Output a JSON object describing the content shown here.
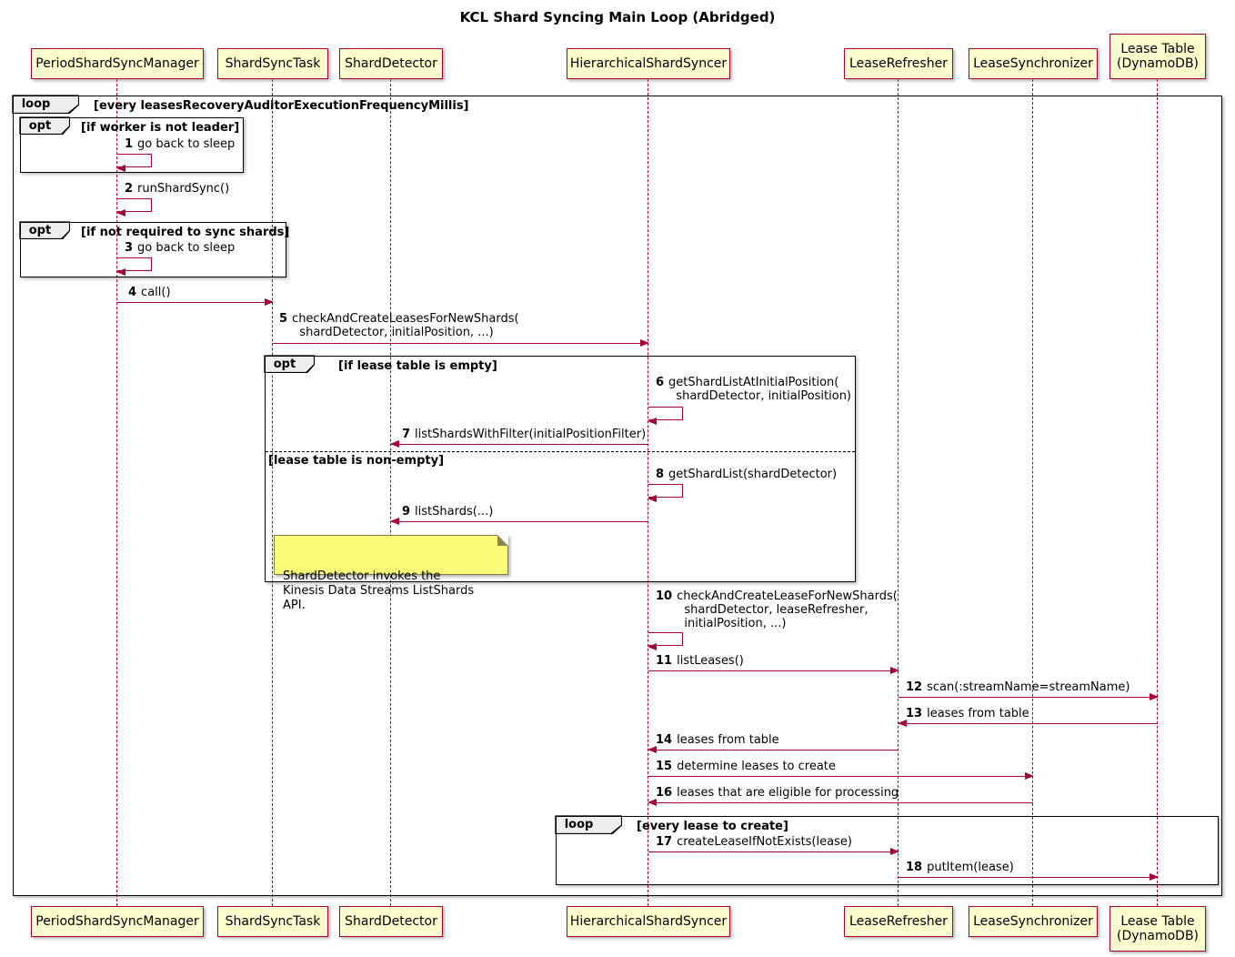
{
  "title": "KCL Shard Syncing Main Loop (Abridged)",
  "colors": {
    "accent": "#A80036",
    "pfill": "#FEFECE",
    "notefill": "#FBFB77",
    "tabfill": "#EEEEEE"
  },
  "participants": [
    {
      "label": "PeriodShardSyncManager"
    },
    {
      "label": "ShardSyncTask"
    },
    {
      "label": "ShardDetector"
    },
    {
      "label": "HierarchicalShardSyncer"
    },
    {
      "label": "LeaseRefresher"
    },
    {
      "label": "LeaseSynchronizer"
    },
    {
      "label": "Lease Table\n(DynamoDB)"
    }
  ],
  "frames": {
    "outer_loop": {
      "keyword": "loop",
      "condition": "[every leasesRecoveryAuditorExecutionFrequencyMillis]"
    },
    "opt_worker": {
      "keyword": "opt",
      "condition": "[if worker is not leader]"
    },
    "opt_sync": {
      "keyword": "opt",
      "condition": "[if not required to sync shards]"
    },
    "opt_lease": {
      "keyword": "opt",
      "condition": "[if lease table is empty]",
      "else_condition": "[lease table is non-empty]"
    },
    "loop_create": {
      "keyword": "loop",
      "condition": "[every lease to create]"
    }
  },
  "messages": {
    "m1": {
      "num": "1",
      "text": "go back to sleep"
    },
    "m2": {
      "num": "2",
      "text": "runShardSync()"
    },
    "m3": {
      "num": "3",
      "text": "go back to sleep"
    },
    "m4": {
      "num": "4",
      "text": "call()"
    },
    "m5": {
      "num": "5",
      "text": "checkAndCreateLeasesForNewShards(\n  shardDetector, initialPosition, ...)"
    },
    "m6": {
      "num": "6",
      "text": "getShardListAtInitialPosition(\n  shardDetector, initialPosition)"
    },
    "m7": {
      "num": "7",
      "text": "listShardsWithFilter(initialPositionFilter)"
    },
    "m8": {
      "num": "8",
      "text": "getShardList(shardDetector)"
    },
    "m9": {
      "num": "9",
      "text": "listShards(...)"
    },
    "m10": {
      "num": "10",
      "text": "checkAndCreateLeaseForNewShards(\n  shardDetector, leaseRefresher,\n  initialPosition, ...)"
    },
    "m11": {
      "num": "11",
      "text": "listLeases()"
    },
    "m12": {
      "num": "12",
      "text": "scan(:streamName=streamName)"
    },
    "m13": {
      "num": "13",
      "text": "leases from table"
    },
    "m14": {
      "num": "14",
      "text": "leases from table"
    },
    "m15": {
      "num": "15",
      "text": "determine leases to create"
    },
    "m16": {
      "num": "16",
      "text": "leases that are eligible for processing"
    },
    "m17": {
      "num": "17",
      "text": "createLeaseIfNotExists(lease)"
    },
    "m18": {
      "num": "18",
      "text": "putItem(lease)"
    }
  },
  "note": {
    "text": "ShardDetector invokes the\nKinesis Data Streams ListShards API."
  }
}
